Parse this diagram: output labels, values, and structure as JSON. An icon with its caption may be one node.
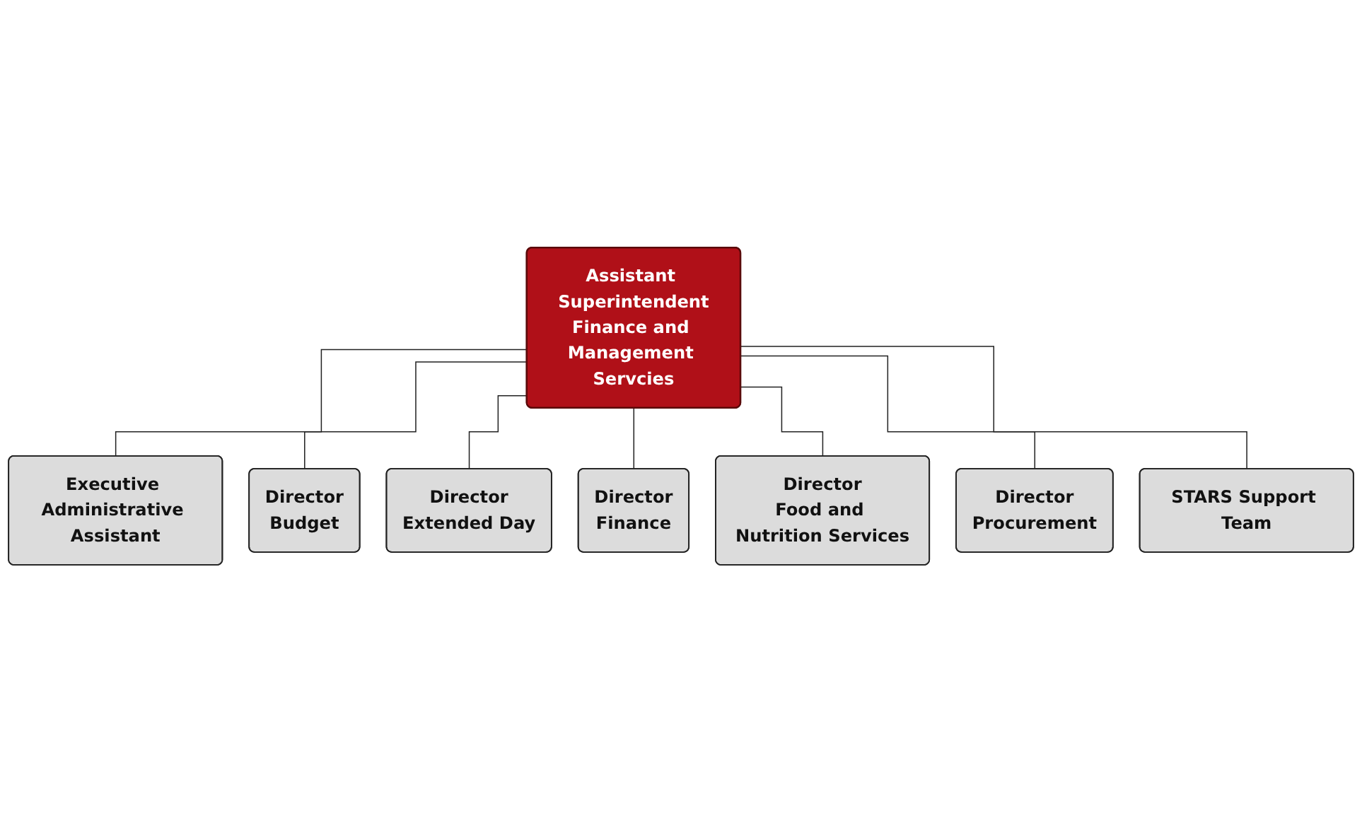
{
  "diagram": {
    "nodes": [
      {
        "text": [
          "Assistant Superintendent",
          "Finance and Management Servcies"
        ]
      },
      {
        "text": [
          "Executive Administrative Assistant"
        ]
      },
      {
        "text": [
          "Director",
          "Budget"
        ]
      },
      {
        "text": [
          "Director",
          "Extended Day"
        ]
      },
      {
        "text": [
          "Director",
          "Finance"
        ]
      },
      {
        "text": [
          "Director",
          "Food and Nutrition Services"
        ]
      },
      {
        "text": [
          "Director",
          "Procurement"
        ]
      },
      {
        "text": [
          "STARS Support Team"
        ]
      }
    ],
    "edges": [
      {
        "from": 0,
        "to": 1,
        "arrow": "none"
      },
      {
        "from": 0,
        "to": 2,
        "arrow": "none"
      },
      {
        "from": 0,
        "to": 3,
        "arrow": "none"
      },
      {
        "from": 0,
        "to": 4,
        "arrow": "none"
      },
      {
        "from": 0,
        "to": 5,
        "arrow": "none"
      },
      {
        "from": 0,
        "to": 6,
        "arrow": "none"
      },
      {
        "from": 0,
        "to": 7,
        "arrow": "none"
      }
    ]
  }
}
